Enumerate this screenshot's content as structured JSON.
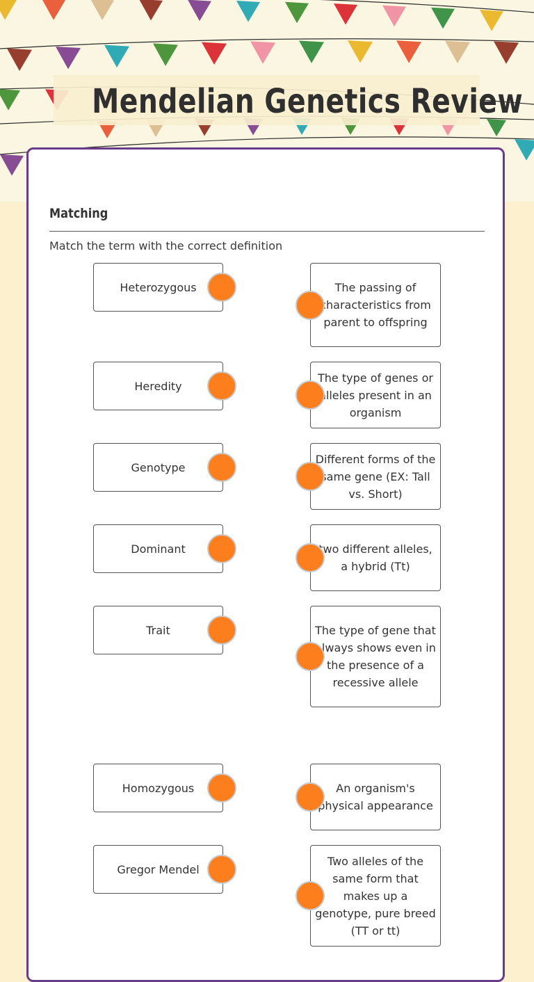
{
  "header": {
    "title": "Mendelian Genetics Review"
  },
  "section": {
    "title": "Matching",
    "instructions": "Match the term with the correct definition"
  },
  "terms": [
    "Heterozygous",
    "Heredity",
    "Genotype",
    "Dominant",
    "Trait",
    "Homozygous",
    "Gregor Mendel"
  ],
  "definitions": [
    "The passing of characteristics from parent to offspring",
    "The type of genes or alleles present in an organism",
    "Different forms of the same gene (EX: Tall vs. Short)",
    "two different alleles, a hybrid (Tt)",
    "The type of gene that always shows even in the presence of a recessive allele",
    "An organism's physical appearance",
    "Two alleles of the same form that makes up a genotype, pure breed (TT or tt)"
  ],
  "colors": {
    "accent_dot": "#fd7e1d",
    "card_border": "#6a3b8c",
    "page_background": "#fdf0cf"
  }
}
